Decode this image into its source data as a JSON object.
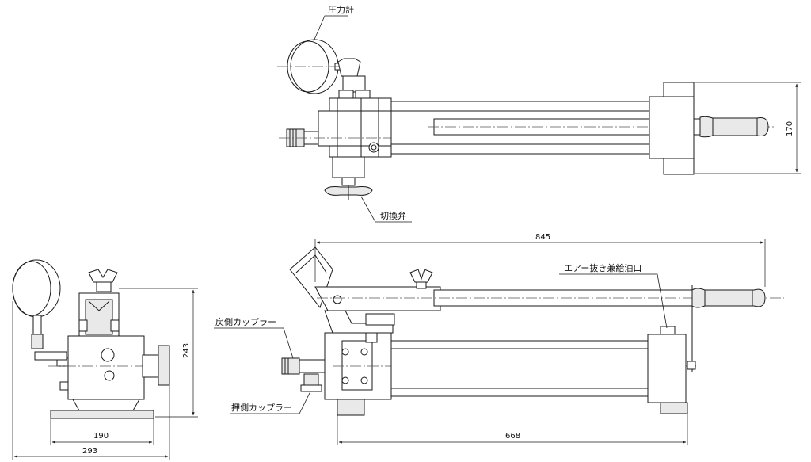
{
  "labels": {
    "pressure_gauge": "圧力計",
    "selector_valve": "切換弁",
    "air_vent_oil_port": "エアー抜き兼給油口",
    "return_coupler": "戻側カップラー",
    "push_coupler": "押側カップラー"
  },
  "dimensions": {
    "top_height": "170",
    "overall_length": "845",
    "body_length": "668",
    "side_height": "243",
    "base_width": "190",
    "overall_width": "293"
  }
}
